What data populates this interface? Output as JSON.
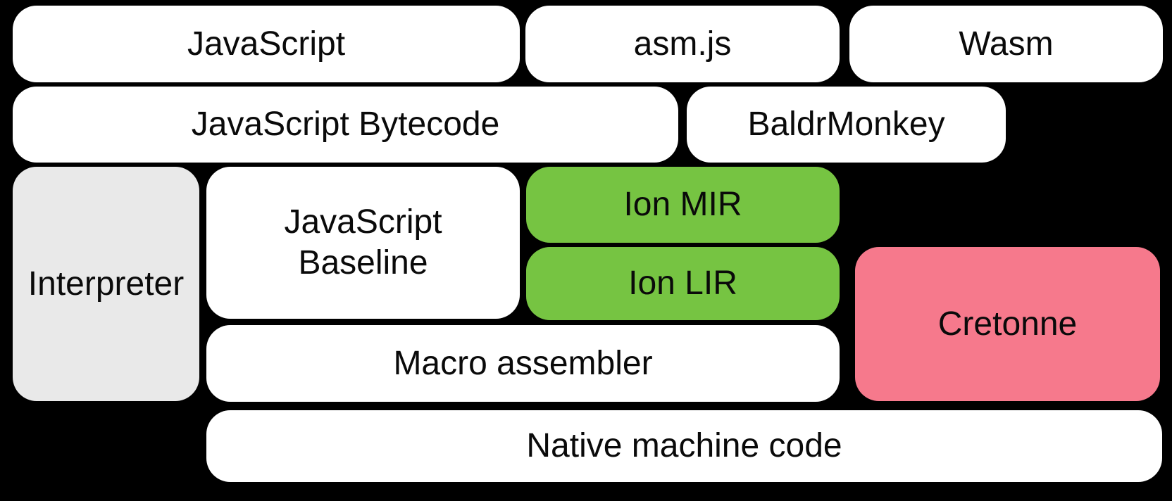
{
  "diagram": {
    "nodes": [
      {
        "id": "javascript",
        "label": "JavaScript",
        "variant": "white"
      },
      {
        "id": "asm-js",
        "label": "asm.js",
        "variant": "white"
      },
      {
        "id": "wasm",
        "label": "Wasm",
        "variant": "white"
      },
      {
        "id": "javascript-bytecode",
        "label": "JavaScript Bytecode",
        "variant": "white"
      },
      {
        "id": "baldrmonkey",
        "label": "BaldrMonkey",
        "variant": "white"
      },
      {
        "id": "interpreter",
        "label": "Interpreter",
        "variant": "gray"
      },
      {
        "id": "javascript-baseline",
        "label": "JavaScript Baseline",
        "variant": "white",
        "lines": [
          "JavaScript",
          "Baseline"
        ]
      },
      {
        "id": "ion-mir",
        "label": "Ion MIR",
        "variant": "green"
      },
      {
        "id": "ion-lir",
        "label": "Ion LIR",
        "variant": "green"
      },
      {
        "id": "cretonne",
        "label": "Cretonne",
        "variant": "pink"
      },
      {
        "id": "macro-assembler",
        "label": "Macro assembler",
        "variant": "white"
      },
      {
        "id": "native-machine-code",
        "label": "Native machine code",
        "variant": "white"
      }
    ],
    "colors": {
      "background": "#000000",
      "box_white": "#ffffff",
      "box_gray": "#e9e9e9",
      "box_green": "#76c442",
      "box_pink": "#f6798c",
      "text": "#0a0a0a"
    }
  }
}
